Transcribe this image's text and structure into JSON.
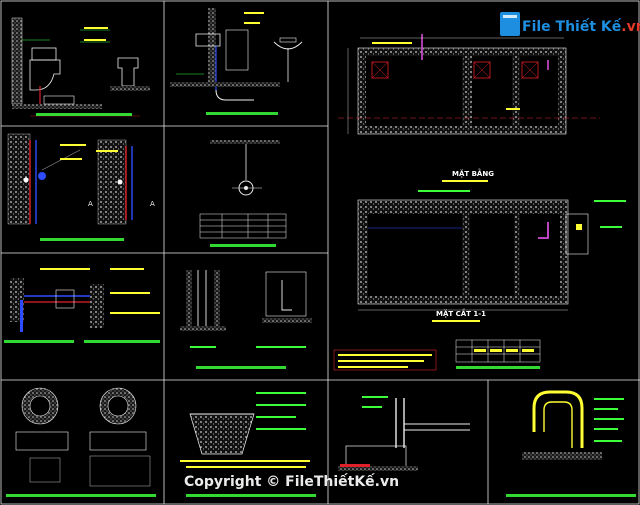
{
  "brand": {
    "name": "File Thiết Kế",
    "tld": ".vn",
    "name_color": "#1e8fe0",
    "tld_color": "#e23a2a"
  },
  "watermark": {
    "text": "Copyright © FileThiếtKế.vn"
  },
  "drawing": {
    "plan_title": "MẶT BẰNG",
    "section_title": "MẶT CẮT 1-1",
    "label_a": "A",
    "label_a2": "A"
  },
  "colors": {
    "background": "#000000",
    "frame": "#e8e8e8",
    "hatch": "#bdbdbd",
    "pipe_red": "#e0202a",
    "pipe_blue": "#2e4cff",
    "pipe_magenta": "#d24bd6",
    "text_yellow": "#ffff33",
    "text_green": "#3cff3c",
    "title_red": "#ff3030"
  }
}
